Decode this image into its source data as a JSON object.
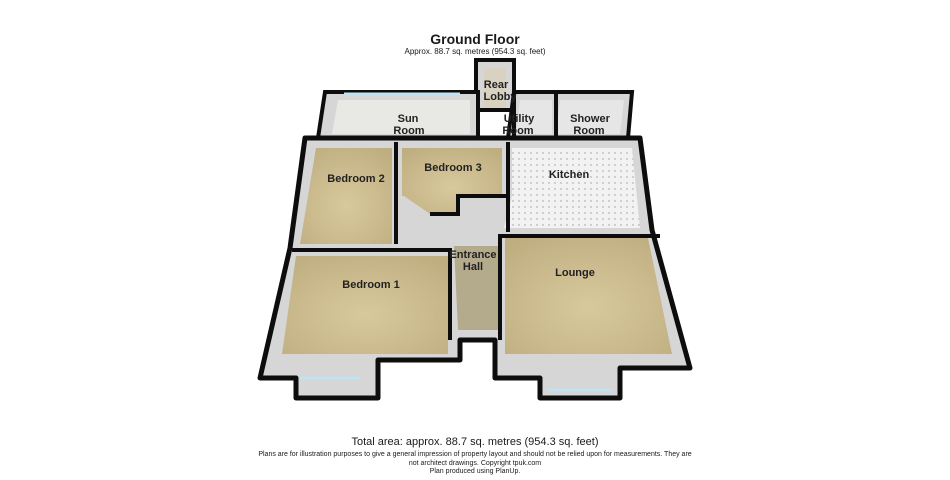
{
  "header": {
    "title": "Ground Floor",
    "subtitle": "Approx. 88.7 sq. metres (954.3 sq. feet)"
  },
  "rooms": {
    "rear_lobby": [
      "Rear",
      "Lobby"
    ],
    "sun_room": [
      "Sun",
      "Room"
    ],
    "utility_room": [
      "Utility",
      "Room"
    ],
    "shower_room": [
      "Shower",
      "Room"
    ],
    "bedroom_3": "Bedroom 3",
    "bedroom_2": "Bedroom 2",
    "kitchen": "Kitchen",
    "entrance_hall": [
      "Entrance",
      "Hall"
    ],
    "lounge": "Lounge",
    "bedroom_1": "Bedroom 1"
  },
  "footer": {
    "total_area": "Total area: approx. 88.7 sq. metres (954.3 sq. feet)",
    "disclaimer_line1": "Plans are for illustration purposes to give a general impression of property layout and should not be relied upon for measurements. They are",
    "disclaimer_line2": "not architect drawings.  Copyright tpuk.com",
    "disclaimer_line3": "Plan produced using PlanUp."
  },
  "colors": {
    "wall": "#0d0d0d",
    "wall_grey": "#d6d6d6",
    "floor_carpet": "#c9b98d",
    "floor_hall": "#b4aa8c",
    "floor_tile": "#efefef",
    "floor_sun": "#e8e8e4"
  }
}
